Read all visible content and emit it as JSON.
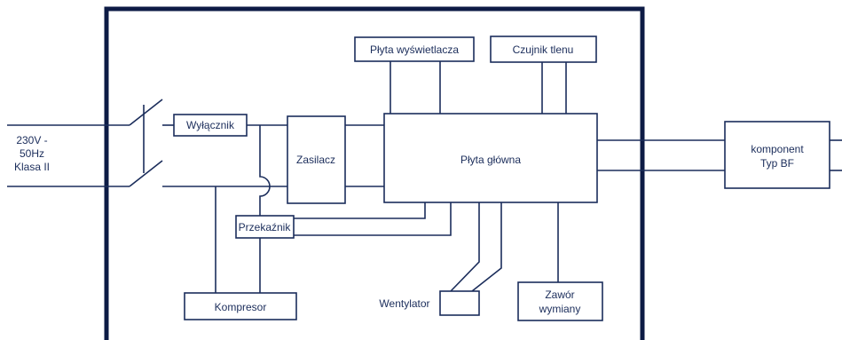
{
  "power": {
    "line1": "230V -",
    "line2": "50Hz",
    "line3": "Klasa II"
  },
  "blocks": {
    "switch": "Wyłącznik",
    "psu": "Zasilacz",
    "mainboard": "Płyta główna",
    "display_board": "Płyta wyświetlacza",
    "oxygen_sensor": "Czujnik tlenu",
    "relay": "Przekaźnik",
    "compressor": "Kompresor",
    "fan": "Wentylator",
    "valve_line1": "Zawór",
    "valve_line2": "wymiany",
    "bf_line1": "komponent",
    "bf_line2": "Typ BF"
  }
}
